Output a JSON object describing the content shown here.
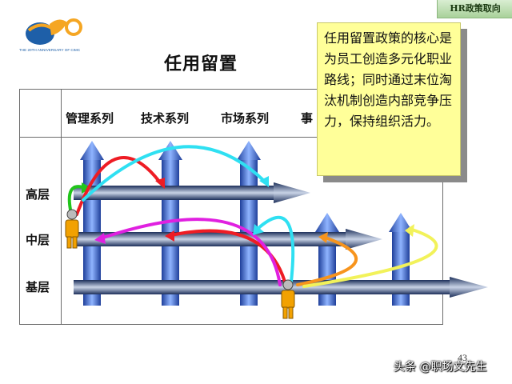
{
  "header": {
    "tag": "HR政策取向"
  },
  "logo": {
    "caption": "THE 20TH ANNIVERSARY OF CIMC",
    "number": "20"
  },
  "title": "任用留置",
  "columns": [
    "管理系列",
    "技术系列",
    "市场系列",
    "事"
  ],
  "rows": [
    "高层",
    "中层",
    "基层"
  ],
  "note": {
    "text": "任用留置政策的核心是为员工创造多元化职业路线；同时通过末位淘汰机制创造内部竞争压力，保持组织活力。"
  },
  "page_number": "43",
  "watermark": "头条 @职场文先生",
  "colors": {
    "arrow_blue": "#4a77cf",
    "note_fill": "#ffff99",
    "header_tag_fill": "#b8dca9",
    "person_body": "#f2a100",
    "curve_green": "#22c51c",
    "curve_red": "#ee1c24",
    "curve_cyan": "#2fe0f2",
    "curve_magenta": "#e020e0",
    "curve_orange": "#f7941d",
    "curve_yellow": "#f2f25a"
  }
}
